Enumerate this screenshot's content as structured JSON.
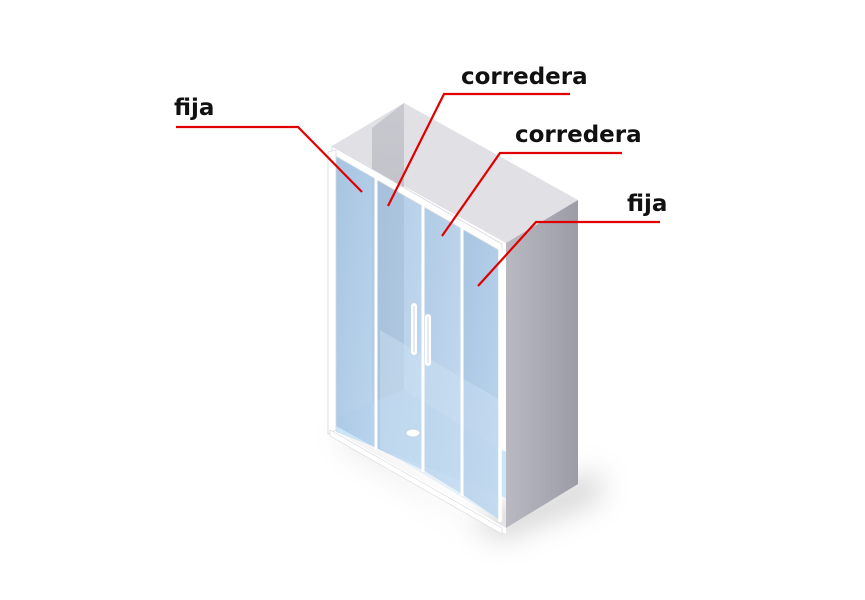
{
  "labels": {
    "fixed_left": "fija",
    "sliding_left": "corredera",
    "sliding_right": "corredera",
    "fixed_right": "fija"
  },
  "colors": {
    "callout_line": "#e00000",
    "label_text": "#111111",
    "glass": "#a9c6e2",
    "shower_tray": "#cde6f7",
    "wall_light": "#dcdce2",
    "wall_dark": "#a6a6b0",
    "frame": "#ffffff"
  },
  "icons": {
    "left_handle": "door-handle-icon",
    "right_handle": "door-handle-icon",
    "drain": "drain-icon"
  }
}
